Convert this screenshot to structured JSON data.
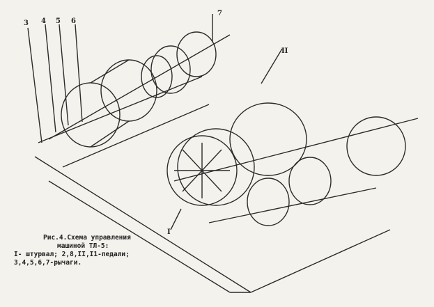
{
  "colors": {
    "ink": "#2b2b2b",
    "paper": "#f4f2ed",
    "hatch": "#555555"
  },
  "labels": {
    "lever_3": "3",
    "lever_4": "4",
    "lever_5": "5",
    "lever_6": "6",
    "lever_7": "7",
    "pedal_2": "II",
    "part_1": "I"
  },
  "caption": {
    "line1": "Рис.4.Схема управления",
    "line2": "машиной ТЛ-5:",
    "line3": "I- штурвал; 2,8,II,I1-педали;",
    "line4": "3,4,5,6,7-рычаги."
  }
}
